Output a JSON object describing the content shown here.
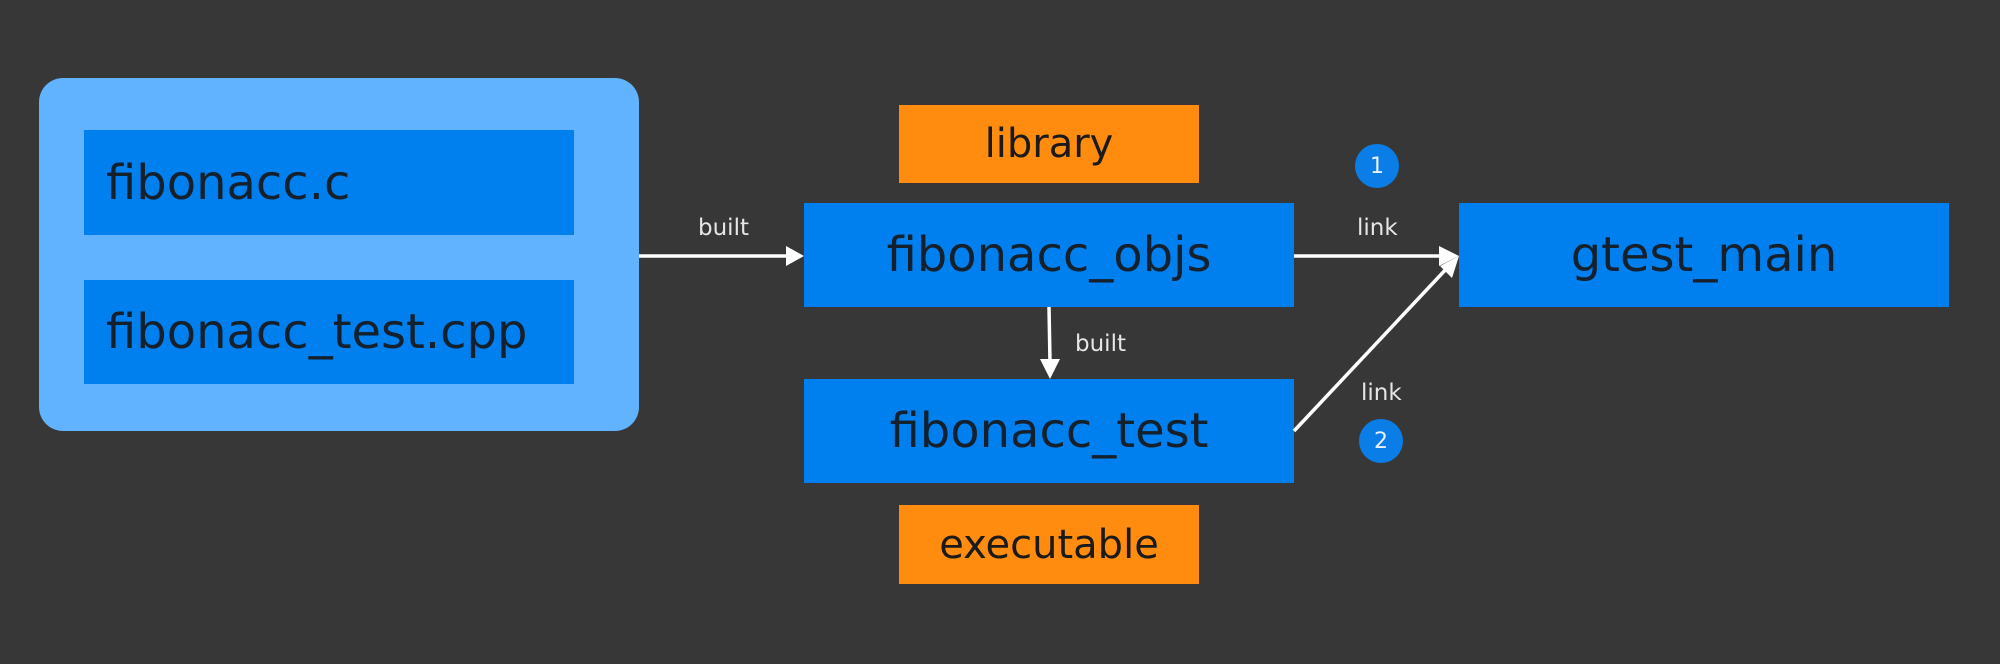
{
  "sources": {
    "file_1": "fibonacc.c",
    "file_2": "fibonacc_test.cpp"
  },
  "nodes": {
    "objs": "fibonacc_objs",
    "test": "fibonacc_test",
    "gtest": "gtest_main"
  },
  "tags": {
    "library": "library",
    "executable": "executable"
  },
  "edges": {
    "built_1": "built",
    "built_2": "built",
    "link_1": "link",
    "link_2": "link"
  },
  "badges": {
    "one": "1",
    "two": "2"
  },
  "colors": {
    "background": "#373737",
    "group": "#61b3ff",
    "node": "#0080ee",
    "tag": "#ff8c0e",
    "arrow": "#ffffff",
    "badge": "#0a7ee6"
  }
}
